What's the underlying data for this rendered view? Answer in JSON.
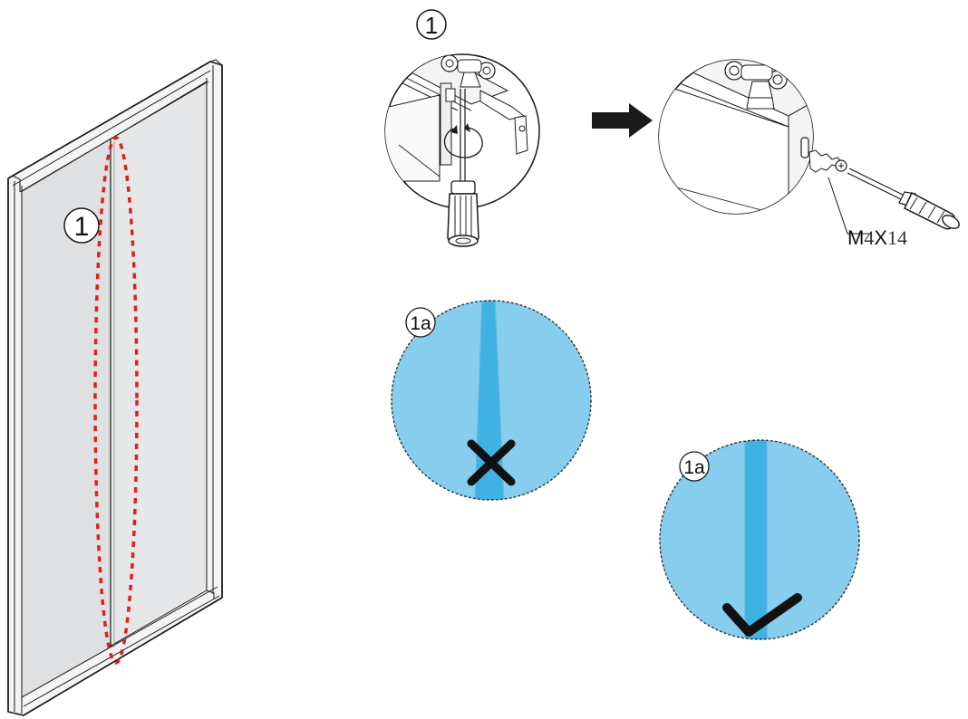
{
  "figure": {
    "door_callout_label": "1",
    "detail_a_label": "1",
    "screw_size_label_prefix": "M",
    "screw_size_label_4": "4",
    "screw_size_label_x": "X",
    "screw_size_label_14": "14",
    "alignment_wrong_label": "1a",
    "alignment_correct_label": "1a"
  },
  "colors": {
    "line": "#1a1a1a",
    "glass": "#e8e9ea",
    "highlight_ellipse": "#e0201e",
    "detail_blue_light": "#87cdee",
    "detail_blue_dark": "#3fb1e3",
    "detail_blue_mid": "#61b7e2"
  },
  "icons": {
    "arrow": "right-arrow-icon",
    "wrong": "cross-mark-icon",
    "correct": "check-mark-icon",
    "screwdriver": "screwdriver-icon",
    "rotation": "rotation-arrow-icon"
  }
}
